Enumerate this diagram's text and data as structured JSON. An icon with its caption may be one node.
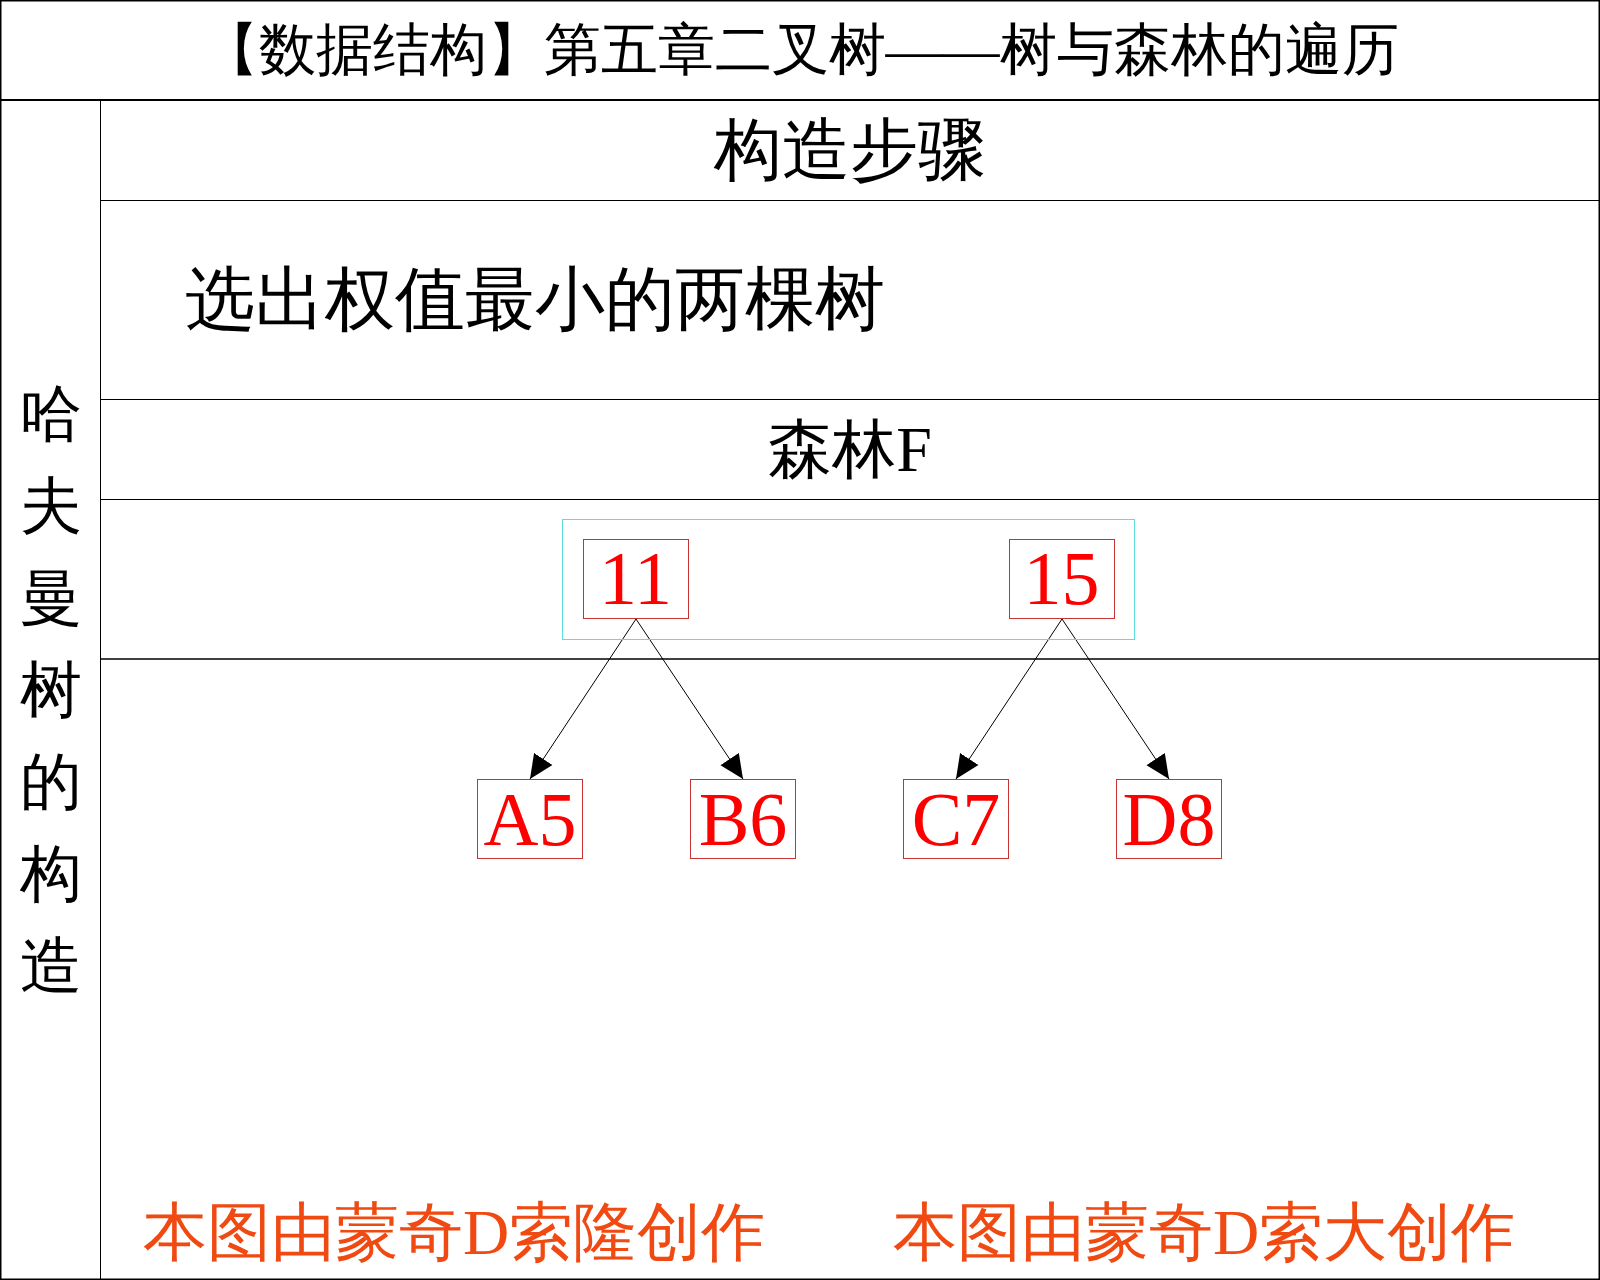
{
  "diagram": {
    "nodes": [
      {
        "text": [
          "【数据结构】第五章二叉树——树与森林的遍历"
        ]
      },
      {
        "text": [
          "哈夫曼树的构造"
        ]
      },
      {
        "text": [
          "构造步骤"
        ]
      },
      {
        "text": [
          "选出权值最小的两棵树"
        ]
      },
      {
        "text": [
          "森林F"
        ]
      },
      {
        "text": [],
        "shape": "box"
      },
      {
        "text": [
          "11"
        ],
        "in": 5
      },
      {
        "text": [
          "15"
        ],
        "in": 5
      },
      {
        "text": [
          "A5"
        ]
      },
      {
        "text": [
          "B6"
        ]
      },
      {
        "text": [
          "C7"
        ]
      },
      {
        "text": [
          "D8"
        ]
      }
    ],
    "edges": [
      {
        "from": 6,
        "to": 8,
        "arrow": "to"
      },
      {
        "from": 6,
        "to": 9,
        "arrow": "to"
      },
      {
        "from": 7,
        "to": 10,
        "arrow": "to"
      },
      {
        "from": 7,
        "to": 11,
        "arrow": "to"
      }
    ],
    "labels": [
      "本图由蒙奇D索隆创作",
      "本图由蒙奇D索大创作"
    ]
  }
}
